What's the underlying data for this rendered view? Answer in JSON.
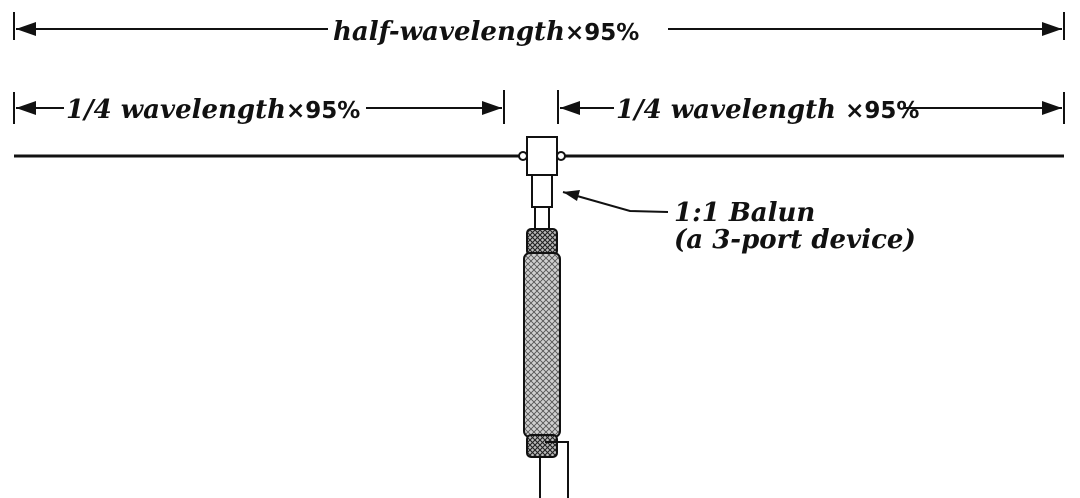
{
  "dimensions": {
    "total": {
      "text": "half-wavelength",
      "factor": "×95%"
    },
    "left": {
      "text": "1/4 wavelength",
      "factor": "×95%"
    },
    "right": {
      "text": "1/4 wavelength ",
      "factor": "×95%"
    }
  },
  "balun": {
    "line1": "1:1 Balun",
    "line2": "(a 3-port device)"
  },
  "colors": {
    "ink": "#111111",
    "shield": "#9a9a9a"
  }
}
